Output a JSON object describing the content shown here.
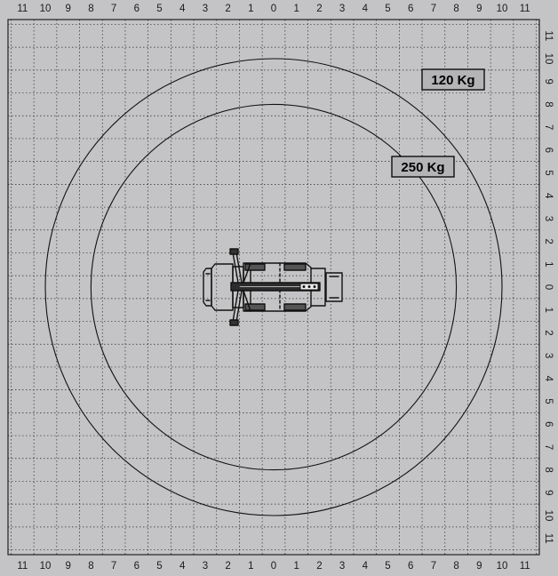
{
  "axes": {
    "x_ticks": [
      "11",
      "10",
      "9",
      "8",
      "7",
      "6",
      "5",
      "4",
      "3",
      "2",
      "1",
      "0",
      "1",
      "2",
      "3",
      "4",
      "5",
      "6",
      "7",
      "8",
      "9",
      "10",
      "11"
    ],
    "y_ticks": [
      "11",
      "10",
      "9",
      "8",
      "7",
      "6",
      "5",
      "4",
      "3",
      "2",
      "1",
      "0",
      "1",
      "2",
      "3",
      "4",
      "5",
      "6",
      "7",
      "8",
      "9",
      "10",
      "11"
    ]
  },
  "grid": {
    "on": true,
    "style": "dotted",
    "step": 1
  },
  "circles": [
    {
      "label": "120 Kg",
      "radius": 10
    },
    {
      "label": "250 Kg",
      "radius": 8
    }
  ],
  "vehicle": {
    "icon": "aerial-platform-truck-top-view-icon"
  },
  "colors": {
    "background": "#c4c4c6",
    "grid": "#2a2a2a",
    "label_box": "#b4b4b6"
  }
}
